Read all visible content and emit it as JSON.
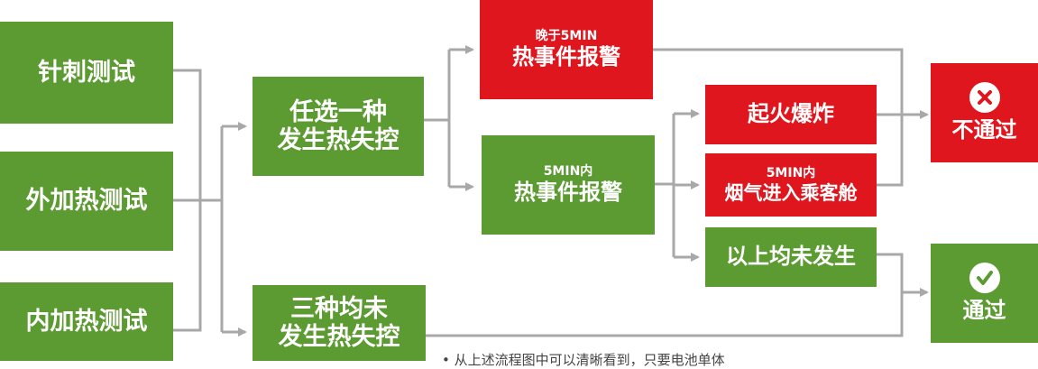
{
  "tests": {
    "needle": "针刺测试",
    "external_heating": "外加热测试",
    "internal_heating": "内加热测试"
  },
  "any_runaway": {
    "line1": "任选一种",
    "line2": "发生热失控"
  },
  "no_runaway": {
    "line1": "三种均未",
    "line2": "发生热失控"
  },
  "late_alarm": {
    "small": "晚于5MIN",
    "main": "热事件报警"
  },
  "early_alarm": {
    "small": "5MIN内",
    "main": "热事件报警"
  },
  "fire_explosion": "起火爆炸",
  "smoke": {
    "small": "5MIN内",
    "main": "烟气进入乘客舱"
  },
  "none_occurred": "以上均未发生",
  "fail": {
    "label": "不通过",
    "icon": "cross-icon"
  },
  "pass": {
    "label": "通过",
    "icon": "check-icon"
  },
  "colors": {
    "green": "#5c9a32",
    "red": "#e0161f",
    "line": "#a8a8a8"
  },
  "footnote": "• 从上述流程图中可以清晰看到，只要电池单体"
}
